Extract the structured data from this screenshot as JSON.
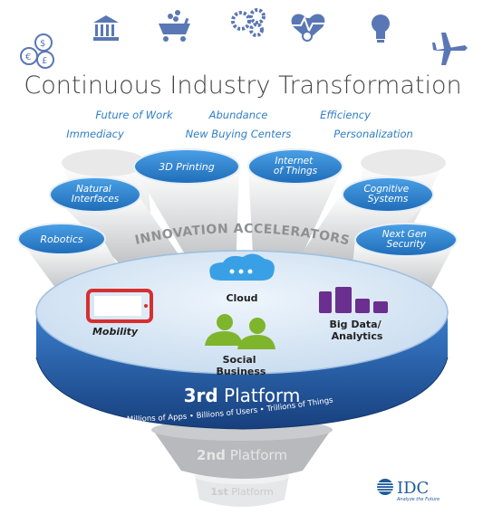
{
  "title": "Continuous Industry Transformation",
  "top_icons": [
    "currency-icon",
    "bank-icon",
    "shopping-cart-icon",
    "gears-icon",
    "health-icon",
    "lightbulb-icon",
    "airplane-icon"
  ],
  "trends": [
    "Future of Work",
    "Abundance",
    "Efficiency",
    "Immediacy",
    "New Buying Centers",
    "Personalization"
  ],
  "accelerators_title": "INNOVATION ACCELERATORS",
  "accelerators": [
    "3D Printing",
    "Internet of Things",
    "Natural Interfaces",
    "Cognitive Systems",
    "Robotics",
    "Next Gen Security"
  ],
  "pillars": [
    "Mobility",
    "Cloud",
    "Big Data/ Analytics",
    "Social Business"
  ],
  "platform3": {
    "label_num": "3rd",
    "label_text": "Platform",
    "subtitle": "Millions of Apps • Billions of Users • Trillions of Things"
  },
  "platform2": {
    "label_num": "2nd",
    "label_text": "Platform"
  },
  "platform1": {
    "label_num": "1st",
    "label_text": "Platform"
  },
  "logo": {
    "name": "IDC",
    "tagline": "Analyze the Future"
  },
  "colors": {
    "blue": "#2f7ec6",
    "dark_blue": "#1d5a9c",
    "disc": "#d6e6f5",
    "red": "#d62f2f",
    "purple": "#6a2f8f",
    "green": "#7fb52d",
    "icon": "#5a77b5"
  }
}
